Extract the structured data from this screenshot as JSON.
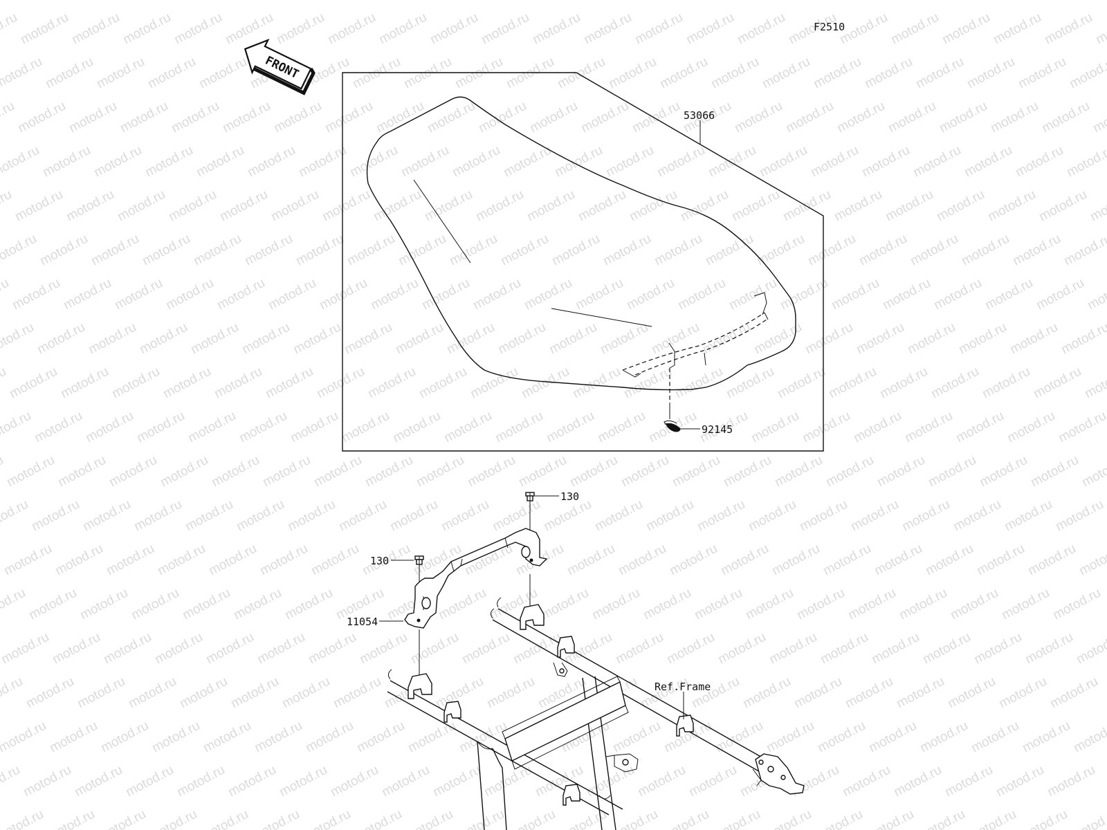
{
  "diagram_code": "F2510",
  "watermark": "motod.ru",
  "front_label": "FRONT",
  "callouts": {
    "seat": "53066",
    "clip": "92145",
    "bolt_right": "130",
    "bolt_left": "130",
    "bracket": "11054",
    "ref_frame": "Ref.Frame"
  }
}
